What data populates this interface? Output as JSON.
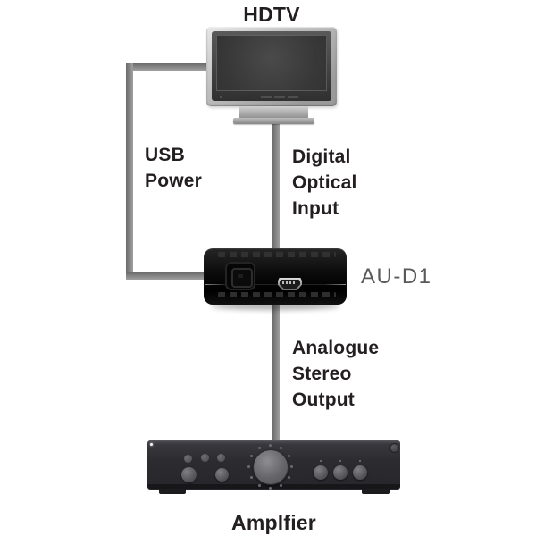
{
  "diagram": {
    "devices": {
      "hdtv": {
        "label": "HDTV"
      },
      "converter": {
        "label": "AU-D1",
        "ports": {
          "optical": "toslink-port",
          "power": "mini-usb-port"
        }
      },
      "amplifier": {
        "label": "Amplfier"
      }
    },
    "connections": {
      "usb_power": {
        "label": "USB\nPower"
      },
      "digital_optical": {
        "label": "Digital\nOptical\nInput"
      },
      "analogue_stereo": {
        "label": "Analogue\nStereo\nOutput"
      }
    },
    "colors": {
      "background": "#ffffff",
      "label_text": "#231f20",
      "device_label_text": "#58595b",
      "cable": "#8a8a8a",
      "converter_body": "#0a0a0a",
      "amplifier_body": "#2e2e32",
      "tv_bezel": "#b9b9b9"
    }
  }
}
